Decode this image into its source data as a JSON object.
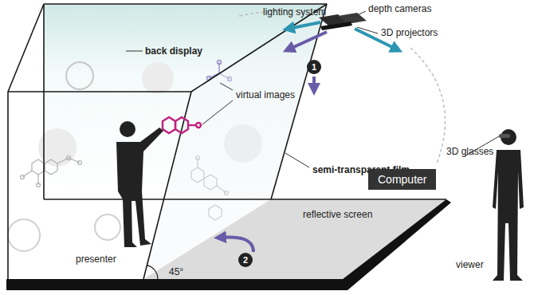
{
  "diagram": {
    "nodes": [
      {
        "text": [
          "Computer"
        ]
      }
    ],
    "labels": [
      "lighting system",
      "depth cameras",
      "3D projectors",
      "back display",
      "virtual images",
      "1",
      "semi-transparent film",
      "3D glasses",
      "reflective screen",
      "2",
      "presenter",
      "45°",
      "viewer"
    ]
  }
}
